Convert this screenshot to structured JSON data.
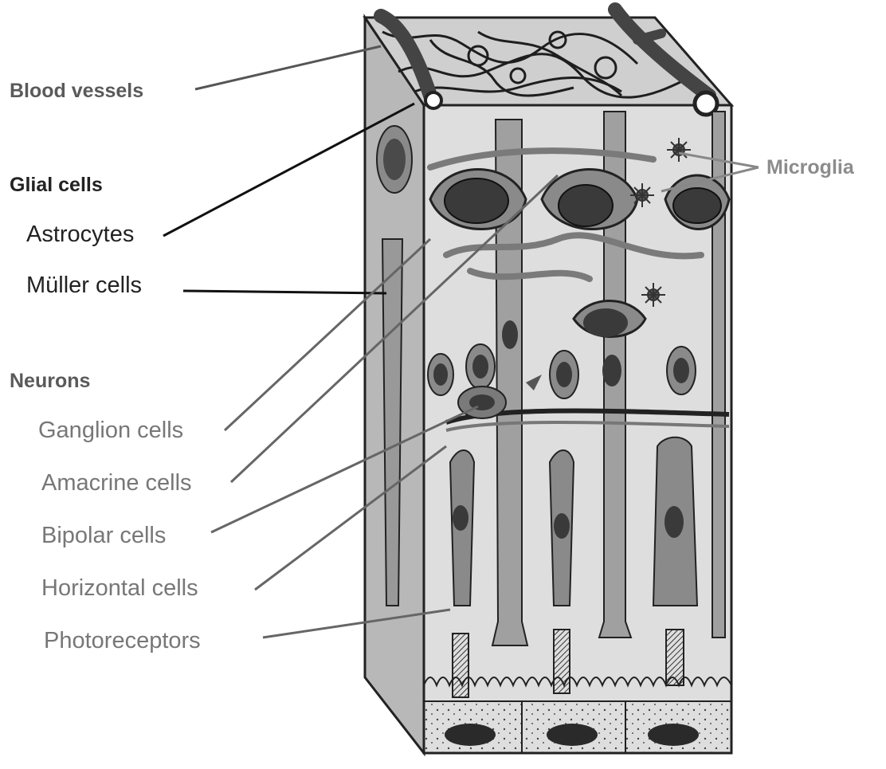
{
  "labels": {
    "blood_vessels": "Blood vessels",
    "glial_cells": "Glial cells",
    "astrocytes": "Astrocytes",
    "muller_cells": "Müller cells",
    "neurons": "Neurons",
    "ganglion_cells": "Ganglion cells",
    "amacrine_cells": "Amacrine cells",
    "bipolar_cells": "Bipolar cells",
    "horizontal_cells": "Horizontal cells",
    "photoreceptors": "Photoreceptors",
    "microglia": "Microglia"
  },
  "colors": {
    "heading": "#5a5a5a",
    "dark_label": "#222222",
    "neuron_label": "#777777",
    "microglia_label": "#8c8c8c",
    "block_fill": "#d6d6d6",
    "cell_fill": "#8e8e8e",
    "nucleus_fill": "#3c3c3c",
    "muller_fill": "#a8a8a8"
  }
}
